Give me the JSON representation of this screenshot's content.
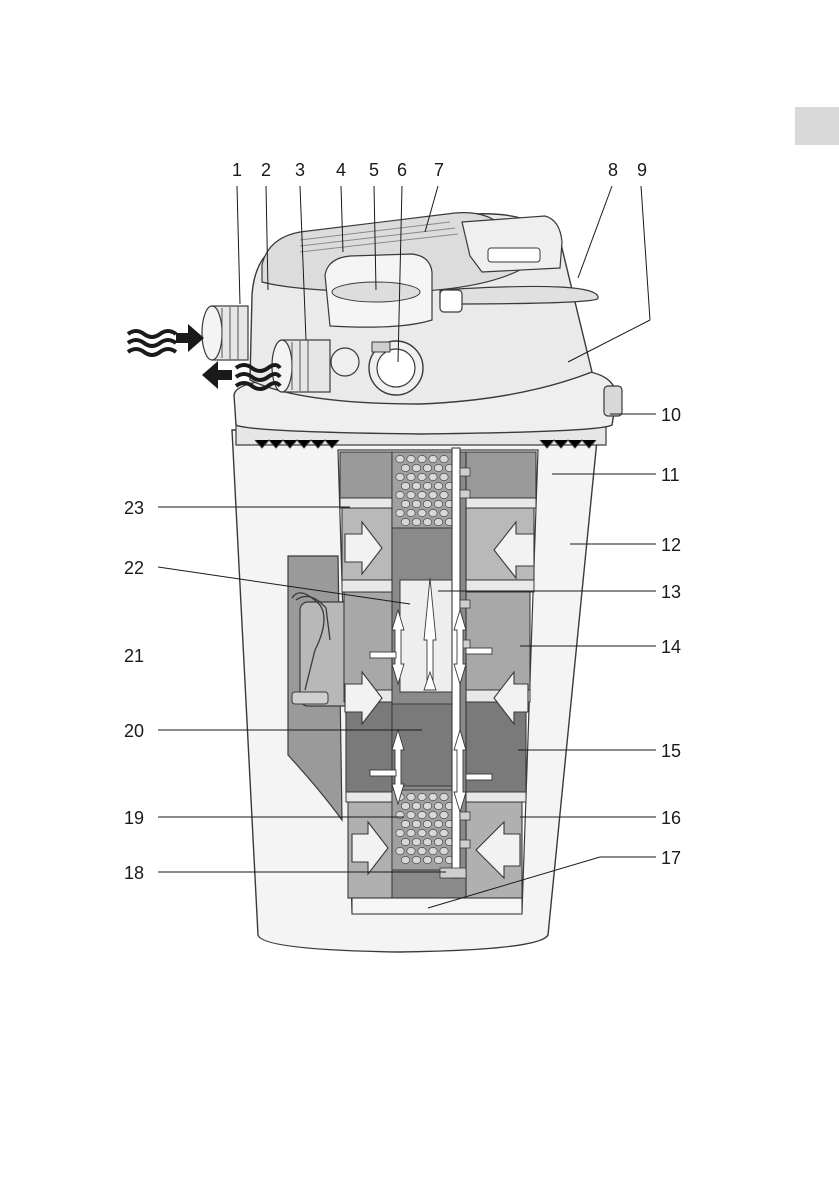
{
  "callouts": [
    "1",
    "2",
    "3",
    "4",
    "5",
    "6",
    "7",
    "8",
    "9",
    "10",
    "11",
    "12",
    "13",
    "14",
    "15",
    "16",
    "17",
    "18",
    "19",
    "20",
    "21",
    "22",
    "23"
  ],
  "colors": {
    "housing": "#f2f2f2",
    "outline": "#3a3a3a",
    "foam_dark": "#7a7a7a",
    "foam_mid": "#9a9a9a",
    "foam_light": "#b9b9b9",
    "tab": "#d9d9d9"
  }
}
